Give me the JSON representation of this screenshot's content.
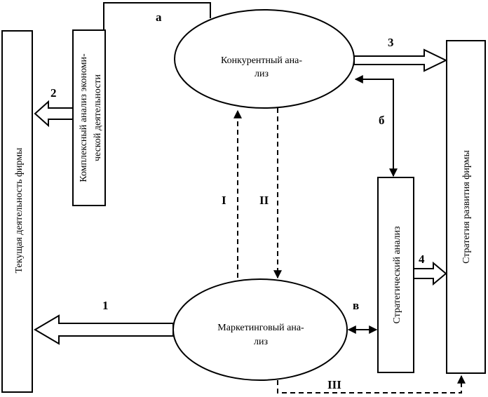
{
  "boxes": {
    "current_activity": "Текущая деятельность фирмы",
    "complex_analysis": [
      "Комплексный анализ экономи-",
      "ческой деятельности"
    ],
    "strategic_analysis": "Стратегический анализ",
    "development_strategy": "Стратегия развития фирмы"
  },
  "ellipses": {
    "competitive": [
      "Конкурентный ана-",
      "лиз"
    ],
    "marketing": [
      "Маркетинговый ана-",
      "лиз"
    ]
  },
  "labels": {
    "a": "а",
    "b": "б",
    "v": "в",
    "n1": "1",
    "n2": "2",
    "n3": "3",
    "n4": "4",
    "r1": "I",
    "r2": "II",
    "r3": "III"
  }
}
